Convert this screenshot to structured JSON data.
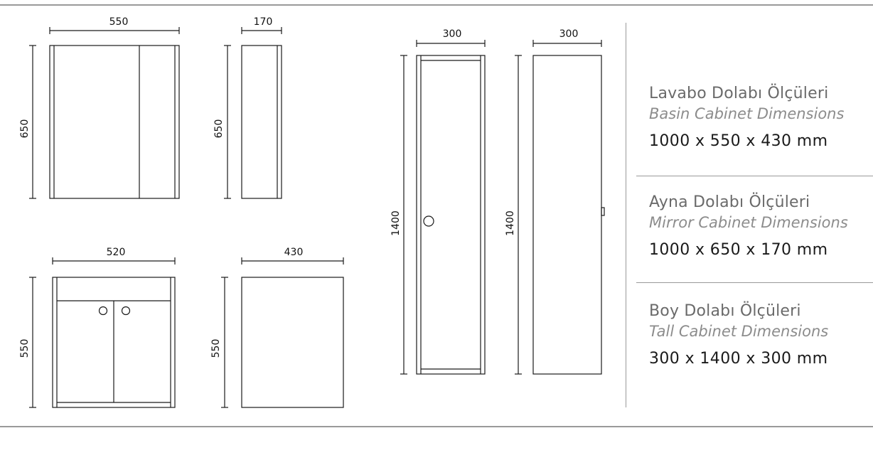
{
  "drawings": {
    "mirror_front": {
      "width_label": "550",
      "height_label": "650"
    },
    "mirror_side": {
      "width_label": "170",
      "height_label": "650"
    },
    "basin_front": {
      "width_label": "520",
      "height_label": "550"
    },
    "basin_side": {
      "width_label": "430",
      "height_label": "550"
    },
    "tall_front": {
      "width_label": "300",
      "height_label": "1400"
    },
    "tall_side": {
      "width_label": "300",
      "height_label": "1400"
    }
  },
  "specs": [
    {
      "title_tr": "Lavabo Dolabı Ölçüleri",
      "title_en": "Basin Cabinet Dimensions",
      "dimensions": "1000 x 550 x 430 mm"
    },
    {
      "title_tr": "Ayna Dolabı Ölçüleri",
      "title_en": "Mirror Cabinet Dimensions",
      "dimensions": "1000 x 650 x 170 mm"
    },
    {
      "title_tr": "Boy Dolabı Ölçüleri",
      "title_en": "Tall Cabinet Dimensions",
      "dimensions": "300 x 1400 x 300 mm"
    }
  ],
  "colors": {
    "line": "#1a1a1a",
    "rule": "#9a9a9a",
    "title_tr": "#6a6a6a",
    "title_en": "#8c8c8c"
  }
}
